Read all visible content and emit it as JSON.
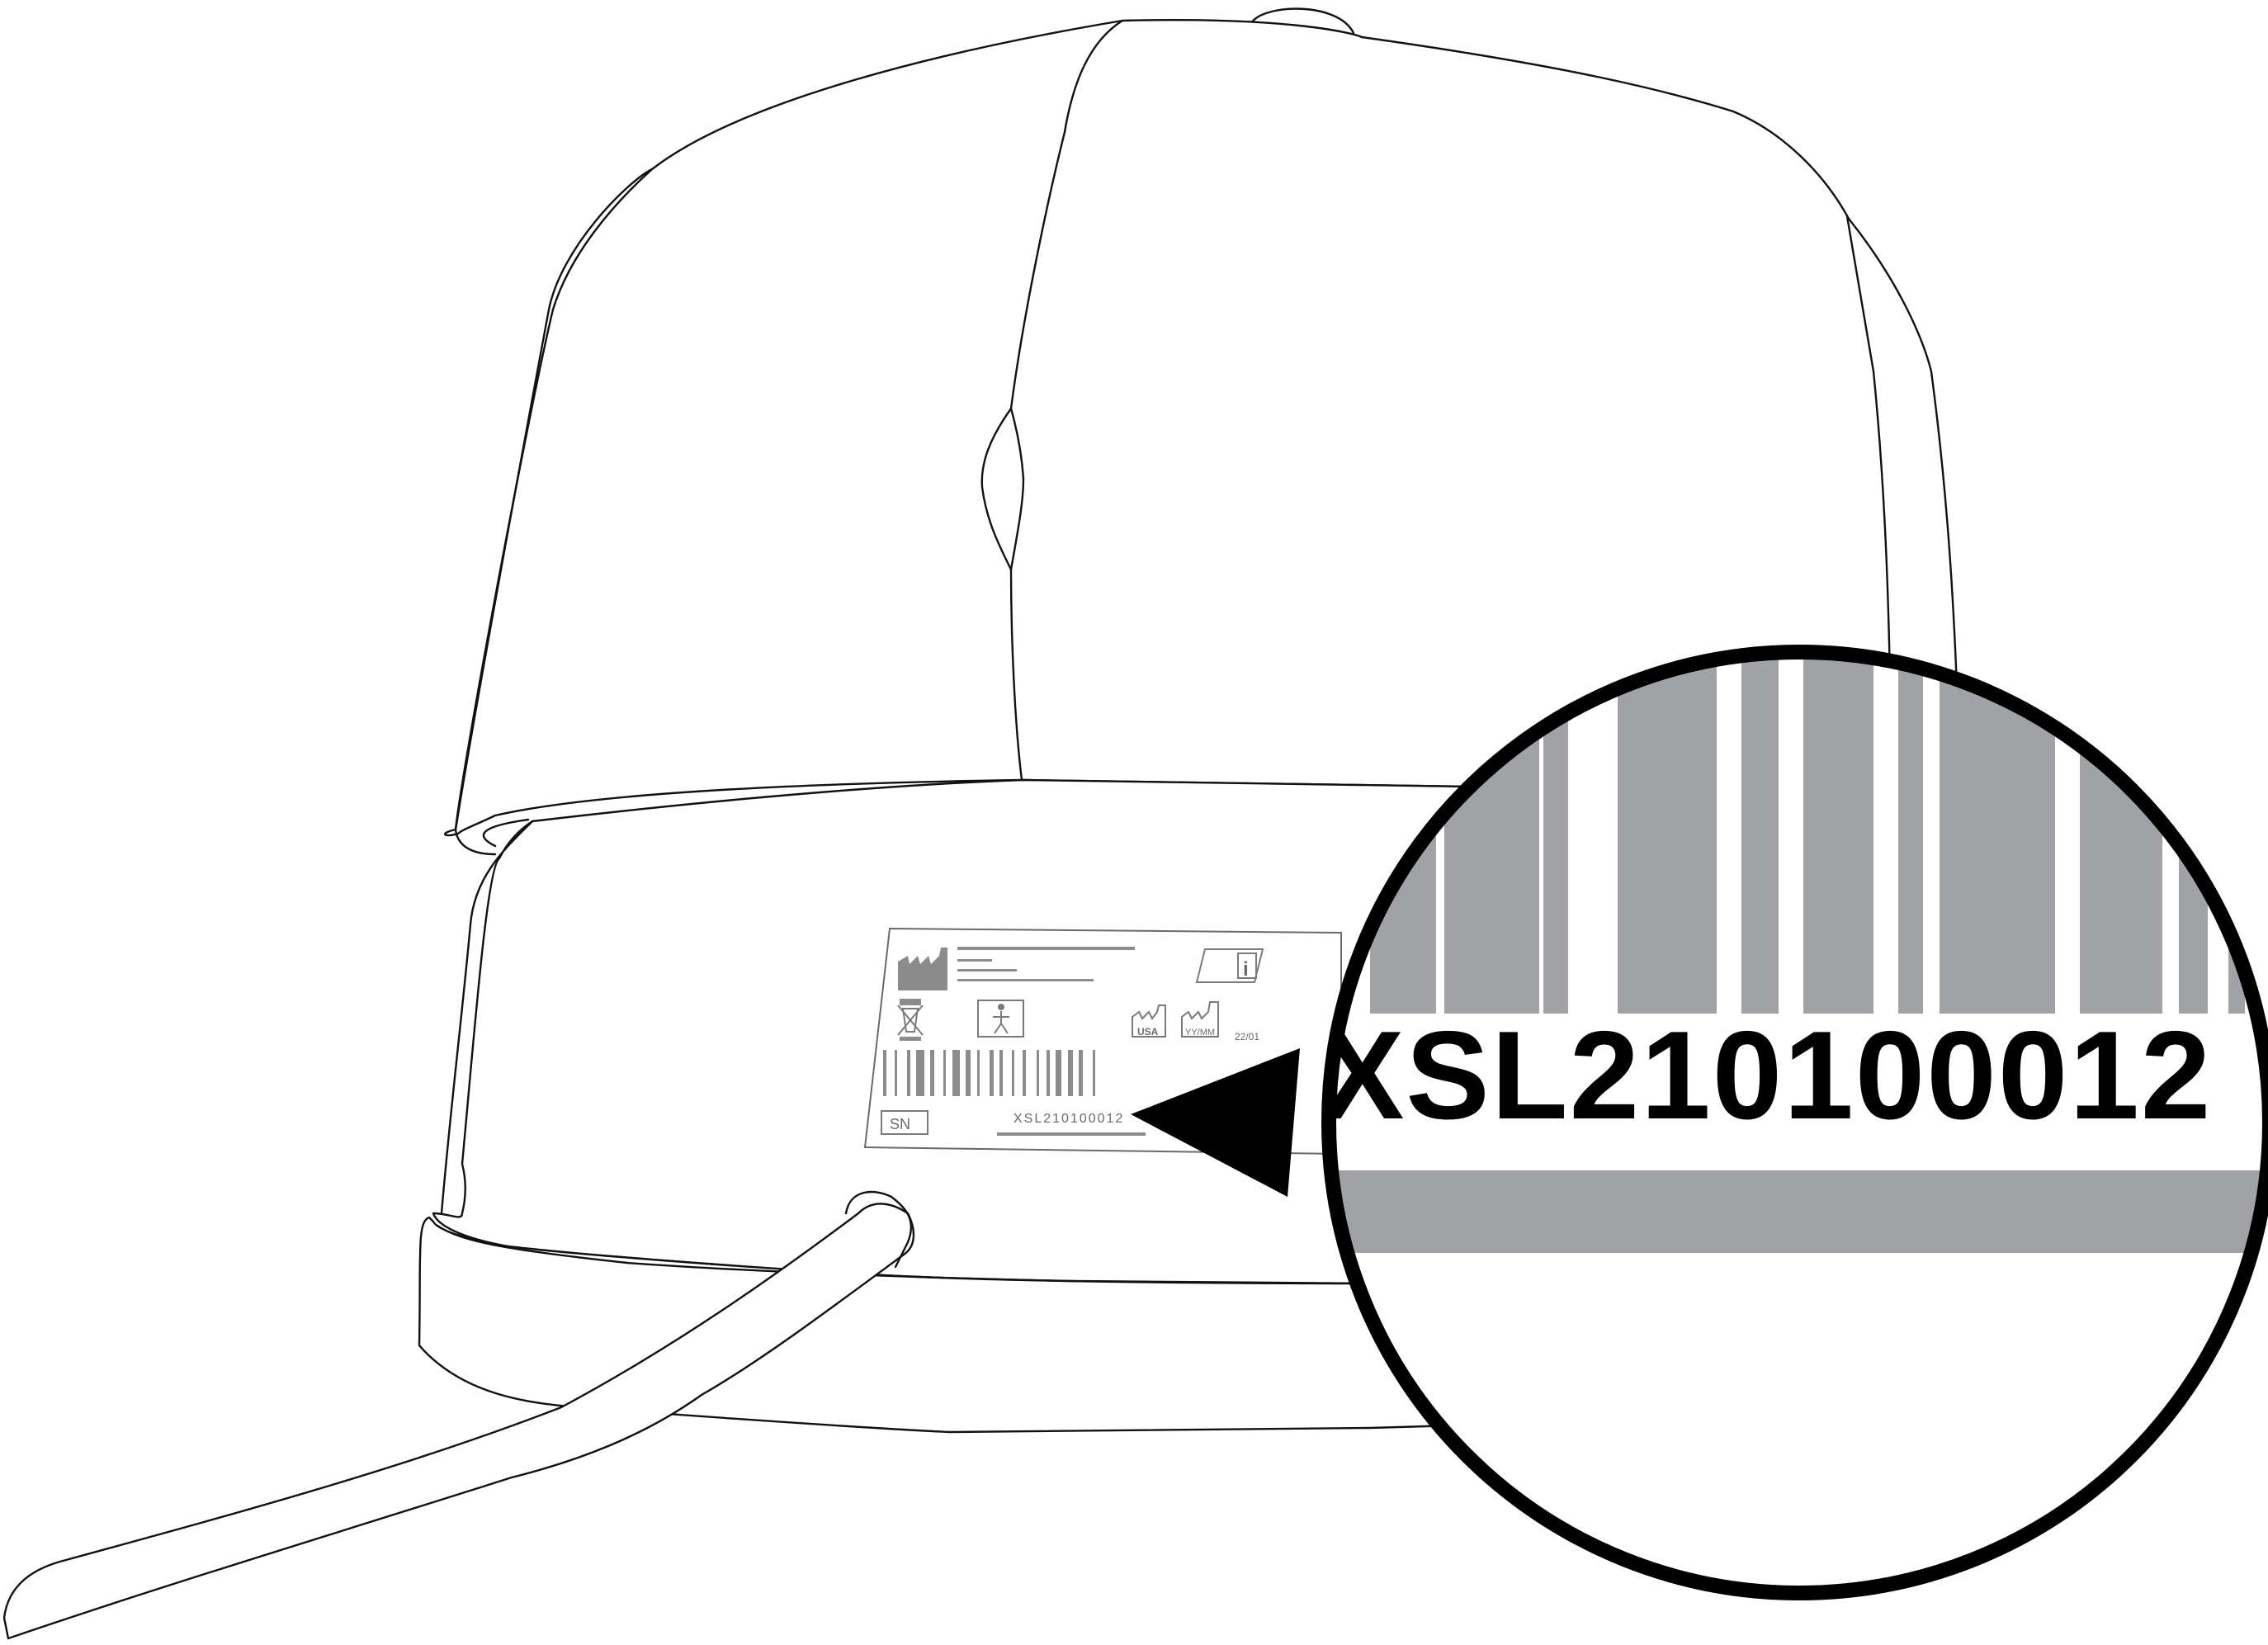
{
  "label": {
    "sn_badge": "SN",
    "serial_number": "XSL210100012",
    "country_code": "USA",
    "date_format": "YY/MM",
    "date_value": "22/01"
  },
  "magnifier": {
    "serial_number": "XSL210100012"
  },
  "colors": {
    "outline": "#111111",
    "label_gray": "#8c8c8c",
    "barcode_gray": "#a1a2a5",
    "background": "#ffffff"
  }
}
